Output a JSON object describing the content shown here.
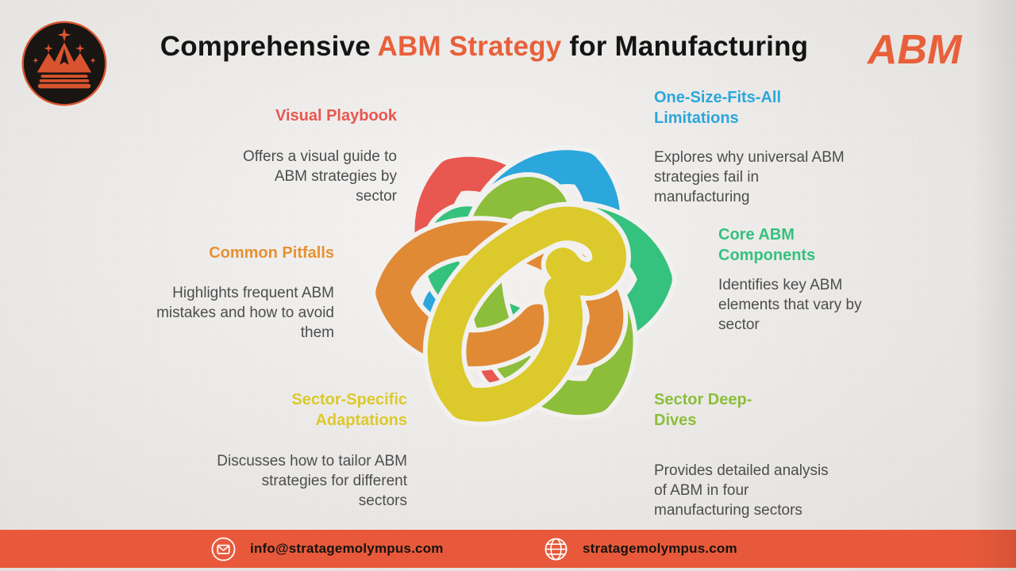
{
  "page": {
    "background": "#ECEAE7"
  },
  "header": {
    "title_prefix": "Comprehensive ",
    "title_accent": "ABM Strategy",
    "title_suffix": " for Manufacturing",
    "accent_color": "#E8603A",
    "brand_text": "ABM",
    "logo": "crown-mountain-logo"
  },
  "sections": [
    {
      "id": "visual-playbook",
      "color": "#E85750",
      "align": "right",
      "title": "Visual Playbook",
      "body": "Offers a visual guide to\nABM strategies by\nsector"
    },
    {
      "id": "one-size-fits-all",
      "color": "#2BA7DC",
      "align": "left",
      "title": "One-Size-Fits-All\nLimitations",
      "body": "Explores why universal ABM\nstrategies fail in\nmanufacturing"
    },
    {
      "id": "common-pitfalls",
      "color": "#E89130",
      "align": "right",
      "title": "Common Pitfalls",
      "body": "Highlights frequent ABM\nmistakes and how to avoid\nthem"
    },
    {
      "id": "core-abm-components",
      "color": "#35C17E",
      "align": "left",
      "title": "Core ABM\nComponents",
      "body": "Identifies key ABM\nelements that vary by\nsector"
    },
    {
      "id": "sector-specific-adaptations",
      "color": "#DCC92B",
      "align": "right",
      "title": "Sector-Specific\nAdaptations",
      "body": "Discusses how to tailor ABM\nstrategies for different\nsectors"
    },
    {
      "id": "sector-deep-dives",
      "color": "#8CBE3B",
      "align": "left",
      "title": "Sector Deep-\nDives",
      "body": "Provides detailed analysis\nof ABM in four\nmanufacturing sectors"
    }
  ],
  "knot": {
    "description": "six interwoven ribbon loops",
    "colors": {
      "red": "#E85750",
      "blue": "#2BA7DC",
      "green": "#35C17E",
      "lime": "#8CBE3B",
      "yellow": "#DCC92B",
      "orange": "#E08A36"
    }
  },
  "footer": {
    "bar_color": "#E7593A",
    "email_icon": "envelope-icon",
    "email": "info@stratagemolympus.com",
    "website_icon": "globe-icon",
    "website": "stratagemolympus.com"
  }
}
